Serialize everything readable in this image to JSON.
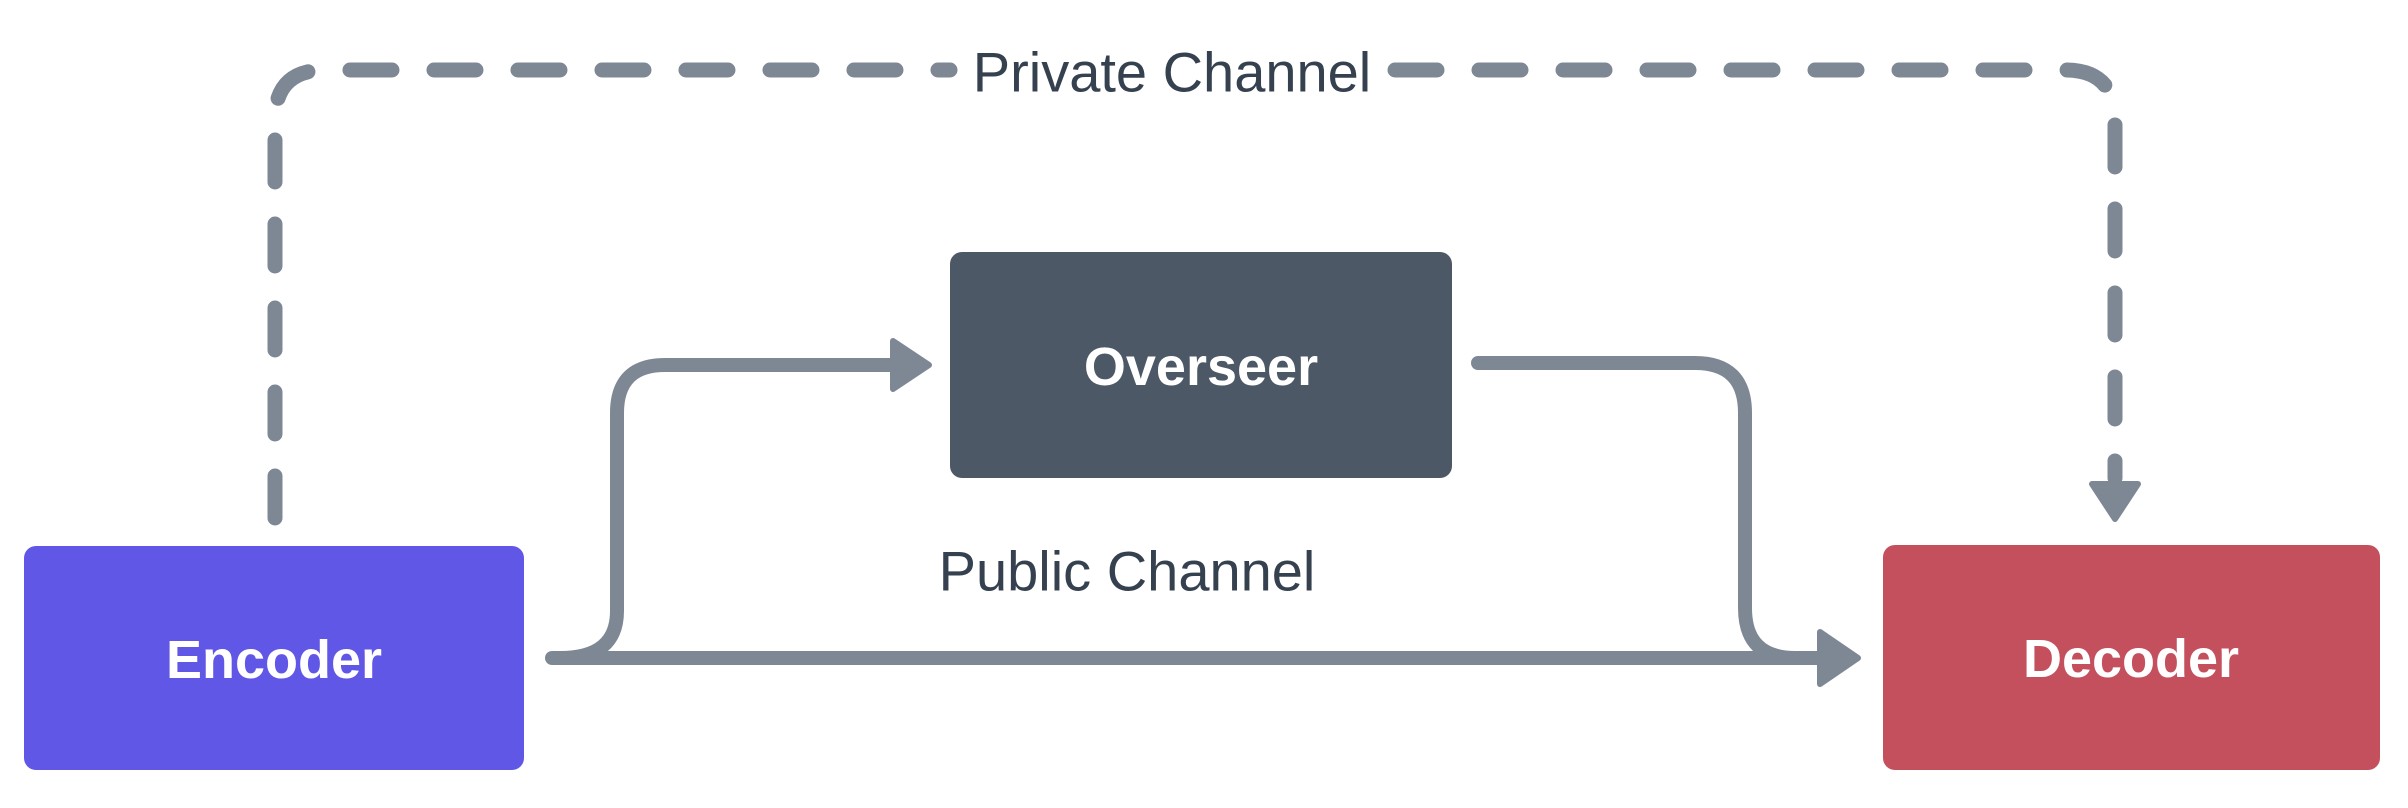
{
  "diagram": {
    "title": "Encoder-Overseer-Decoder steganography channel diagram",
    "nodes": [
      {
        "id": "encoder",
        "label": "Encoder",
        "color": "#6157E6"
      },
      {
        "id": "overseer",
        "label": "Overseer",
        "color": "#4C5866"
      },
      {
        "id": "decoder",
        "label": "Decoder",
        "color": "#C4505E"
      }
    ],
    "channels": [
      {
        "id": "private",
        "label": "Private Channel",
        "style": "dashed",
        "from": "Encoder",
        "to": "Decoder"
      },
      {
        "id": "public",
        "label": "Public Channel",
        "style": "solid",
        "from": "Encoder",
        "to": "Decoder",
        "via": "Overseer"
      }
    ],
    "colors": {
      "line": "#7E8895",
      "label_text": "#364150",
      "node_text": "#FFFFFF",
      "background": "#FFFFFF"
    }
  }
}
